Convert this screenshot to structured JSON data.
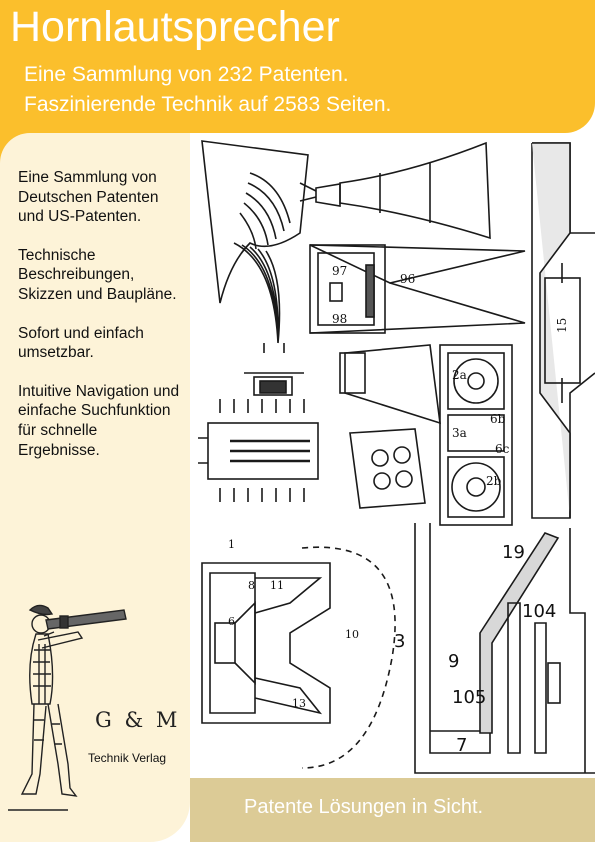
{
  "header": {
    "title": "Hornlautsprecher",
    "subtitle_line1": "Eine Sammlung von 232 Patenten.",
    "subtitle_line2": "Faszinierende Technik auf 2583 Seiten."
  },
  "sidebar": {
    "paragraphs": [
      "Eine Sammlung von Deutschen Patenten und US-Patenten.",
      "Technische Beschreibungen, Skizzen und Baupläne.",
      "Sofort und einfach umsetzbar.",
      "Intuitive Navigation und einfache Suchfunktion für schnelle Ergebnisse."
    ]
  },
  "publisher": {
    "logo": "G & M",
    "name": "Technik Verlag"
  },
  "footer": {
    "tagline": "Patente Lösungen in Sicht."
  },
  "drawing_labels": {
    "l97": "97",
    "l96": "96",
    "l98": "98",
    "l15": "15",
    "l19": "19",
    "l104": "104",
    "l105": "105",
    "l9": "9",
    "l7": "7",
    "l3": "3",
    "l1": "1",
    "l8": "8",
    "l11": "11",
    "l6": "6",
    "l10": "10",
    "l13": "13",
    "l2a": "2a",
    "l2b": "2b",
    "l3a": "3a",
    "l6b": "6b",
    "l6c": "6c"
  },
  "colors": {
    "accent": "#fbbf2c",
    "sidebar_bg": "#fdf3d8",
    "footer_bg": "#dccb96"
  }
}
